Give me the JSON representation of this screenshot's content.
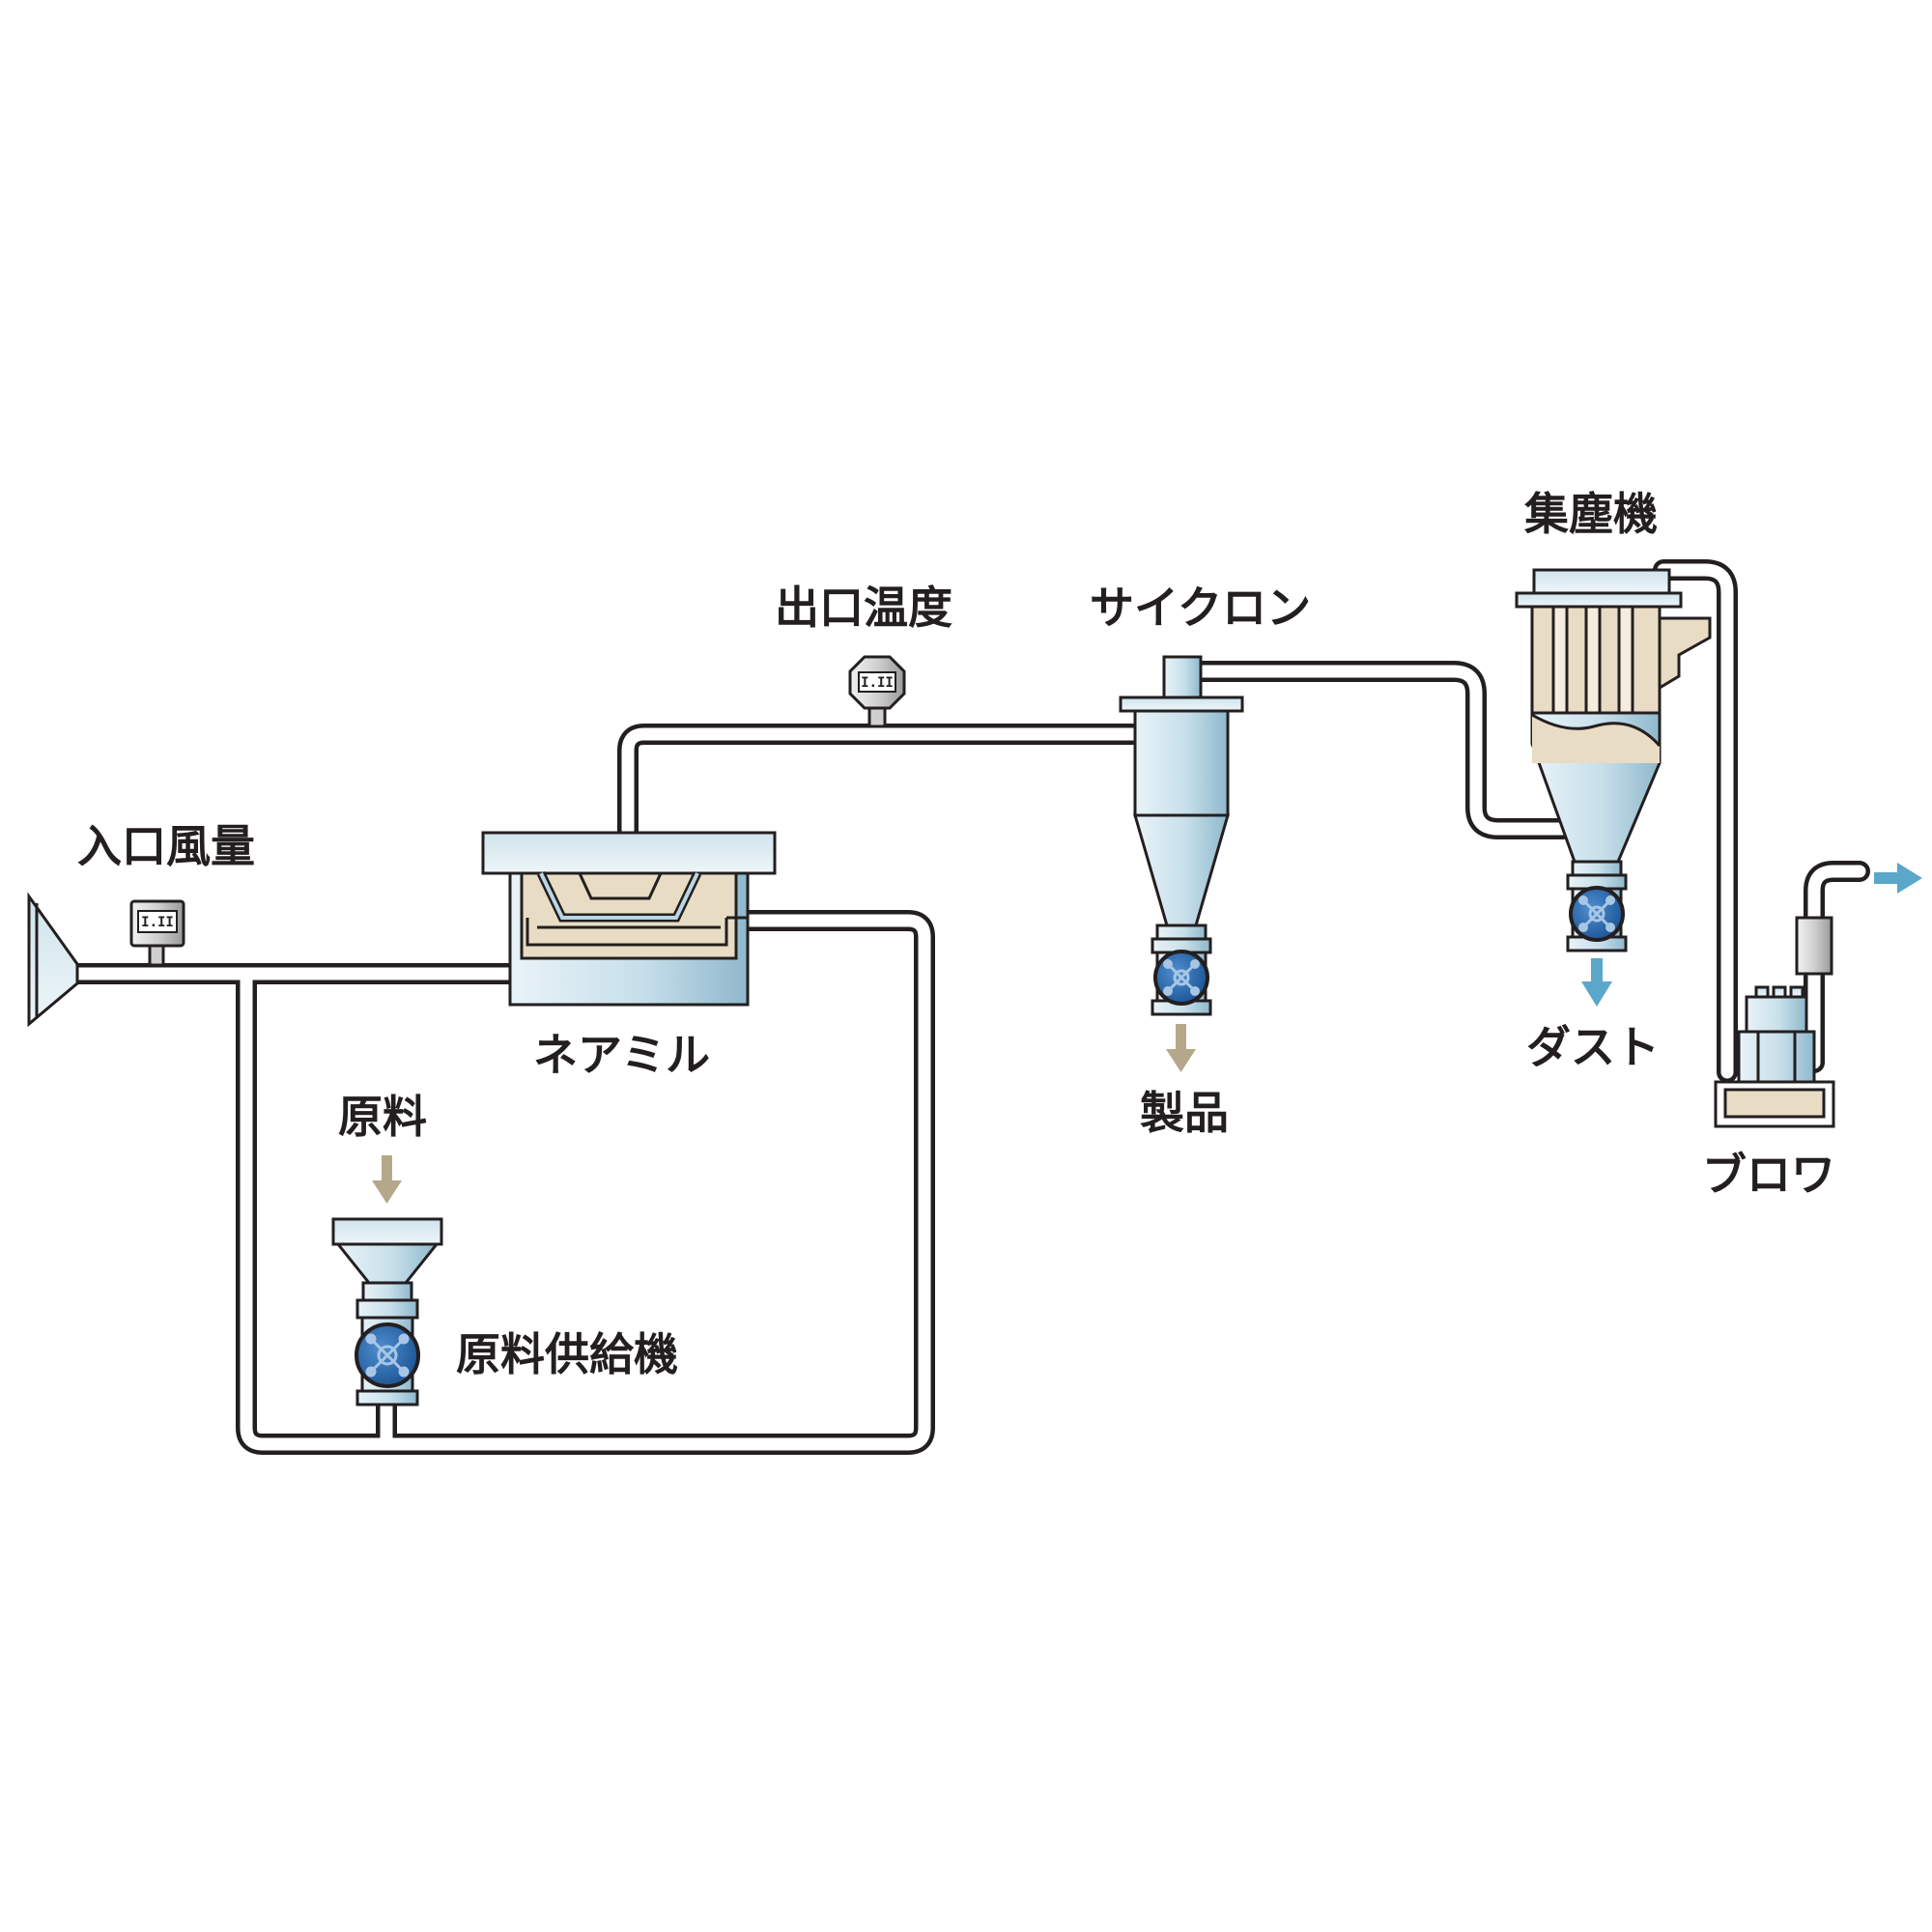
{
  "labels": {
    "inlet_airflow": "入口風量",
    "mill": "ネアミル",
    "raw_material": "原料",
    "feeder": "原料供給機",
    "outlet_temp": "出口温度",
    "cyclone": "サイクロン",
    "product": "製品",
    "dust_collector": "集塵機",
    "dust": "ダスト",
    "blower": "ブロワ"
  },
  "meters": {
    "inlet_display": "I.II",
    "outlet_display": "I.II"
  },
  "colors": {
    "outline": "#231f20",
    "pipe_fill": "#ffffff",
    "equipment_blue": "#b9d6e3",
    "equipment_light": "#e6f1f6",
    "beige": "#e8dcc4",
    "valve_blue": "#1f5fa6",
    "product_arrow": "#b5a88a",
    "dust_arrow": "#5aa7c9"
  }
}
